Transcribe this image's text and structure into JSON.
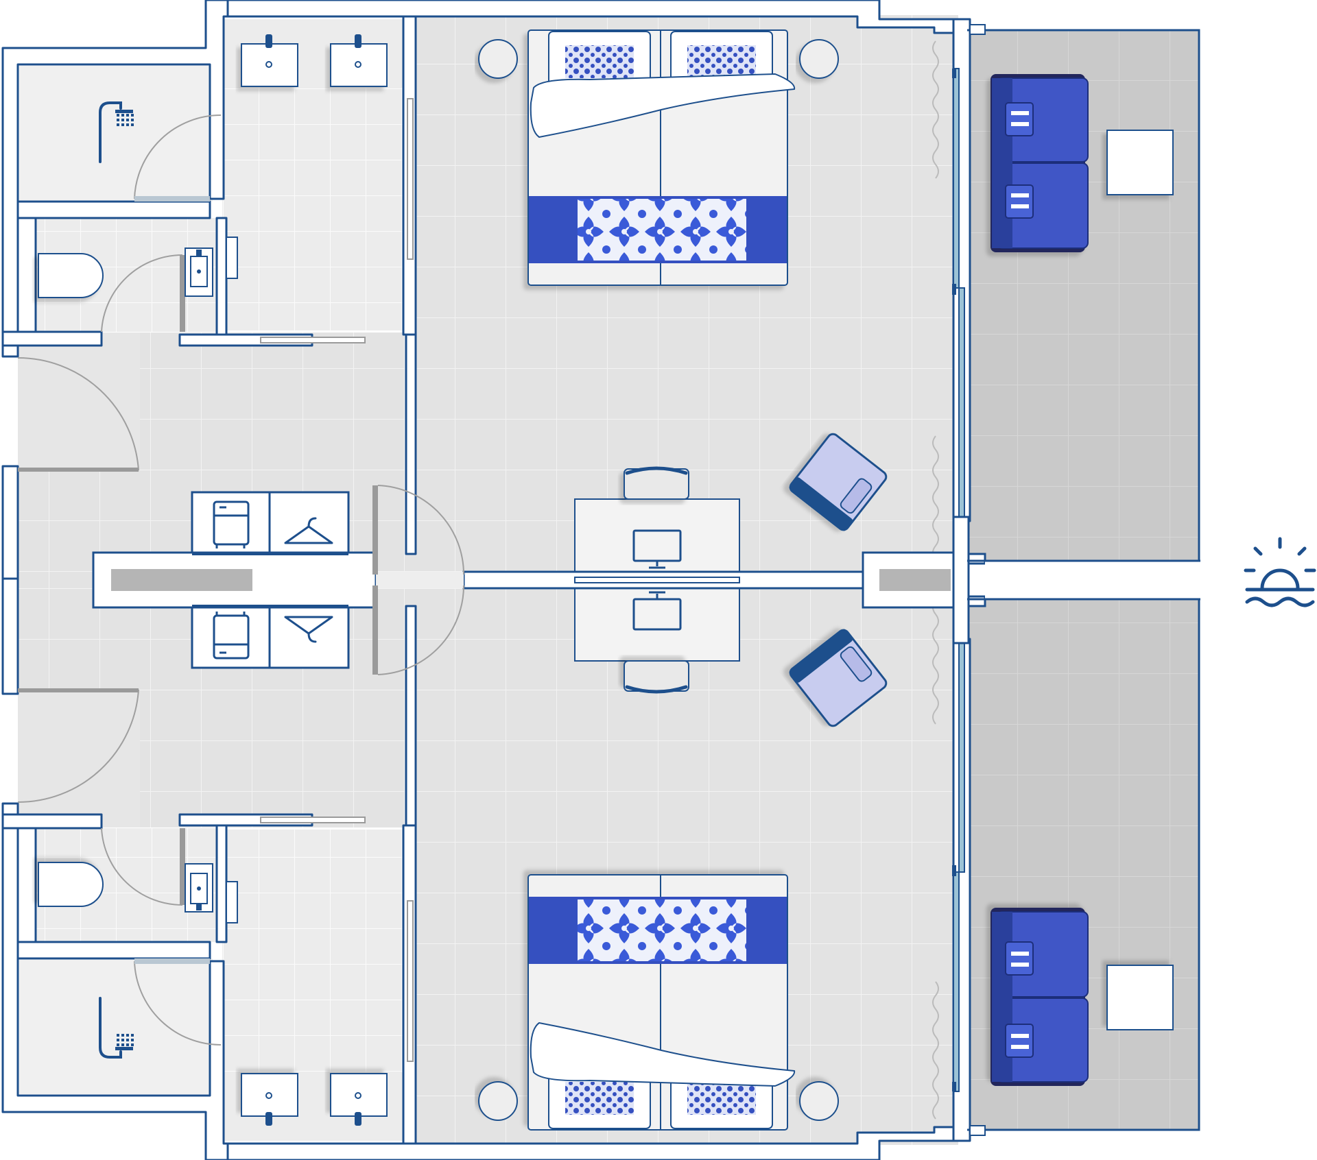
{
  "colors": {
    "wall": "#1d4f8c",
    "wall_fill": "#ffffff",
    "floor": "#e4e4e4",
    "floor_grid": "#f4f4f4",
    "bath_floor": "#ededed",
    "terrace": "#c8c8c8",
    "terrace_grid": "#d6d6d6",
    "accent_blue": "#3550c0",
    "dark_blue": "#1f2f7a",
    "pattern_blue": "#3a5ad8",
    "glass": "#9cc3d6",
    "door_swing": "#a0a0a0",
    "door_leaf": "#9a9a9a",
    "armchair": "#c8ccef"
  },
  "rooms": [
    {
      "name": "room-north",
      "fixtures": [
        "shower-icon",
        "toilet-icon",
        "washbasin-icon",
        "double-sink-icon"
      ],
      "furniture": [
        "double-bed",
        "nightstand-left",
        "nightstand-right",
        "armchair",
        "wardrobe-hanger-icon",
        "minibar-fridge-icon",
        "desk-tv-icon"
      ],
      "terrace": [
        "terrace-sofa",
        "terrace-table"
      ]
    },
    {
      "name": "room-south",
      "fixtures": [
        "shower-icon",
        "toilet-icon",
        "washbasin-icon",
        "double-sink-icon"
      ],
      "furniture": [
        "double-bed",
        "nightstand-left",
        "nightstand-right",
        "armchair",
        "wardrobe-hanger-icon",
        "minibar-fridge-icon",
        "desk-tv-icon"
      ],
      "terrace": [
        "terrace-sofa",
        "terrace-table"
      ]
    }
  ],
  "compass": {
    "icon": "sea-view-sunrise-icon"
  }
}
